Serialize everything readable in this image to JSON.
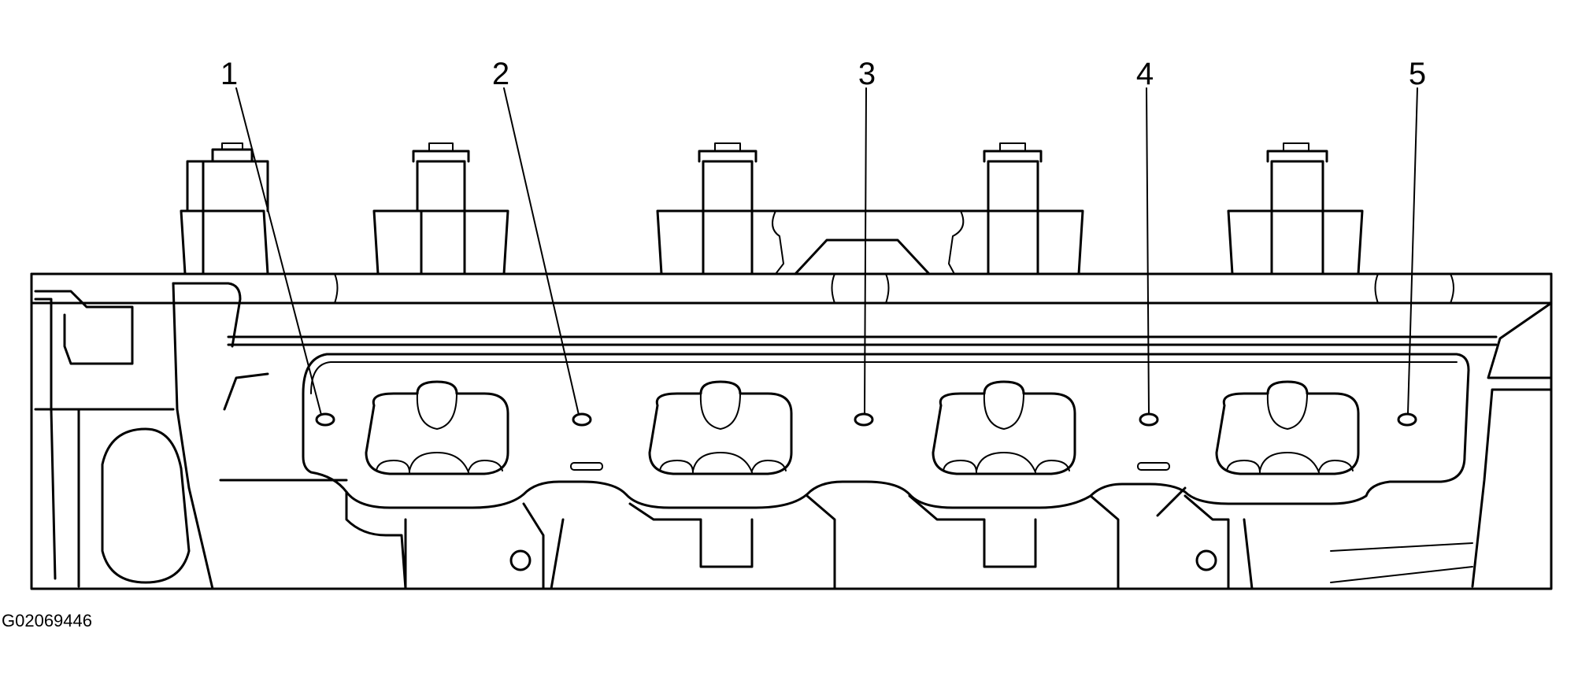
{
  "figure": {
    "id": "G02069446"
  },
  "callouts": [
    {
      "label": "1"
    },
    {
      "label": "2"
    },
    {
      "label": "3"
    },
    {
      "label": "4"
    },
    {
      "label": "5"
    }
  ]
}
